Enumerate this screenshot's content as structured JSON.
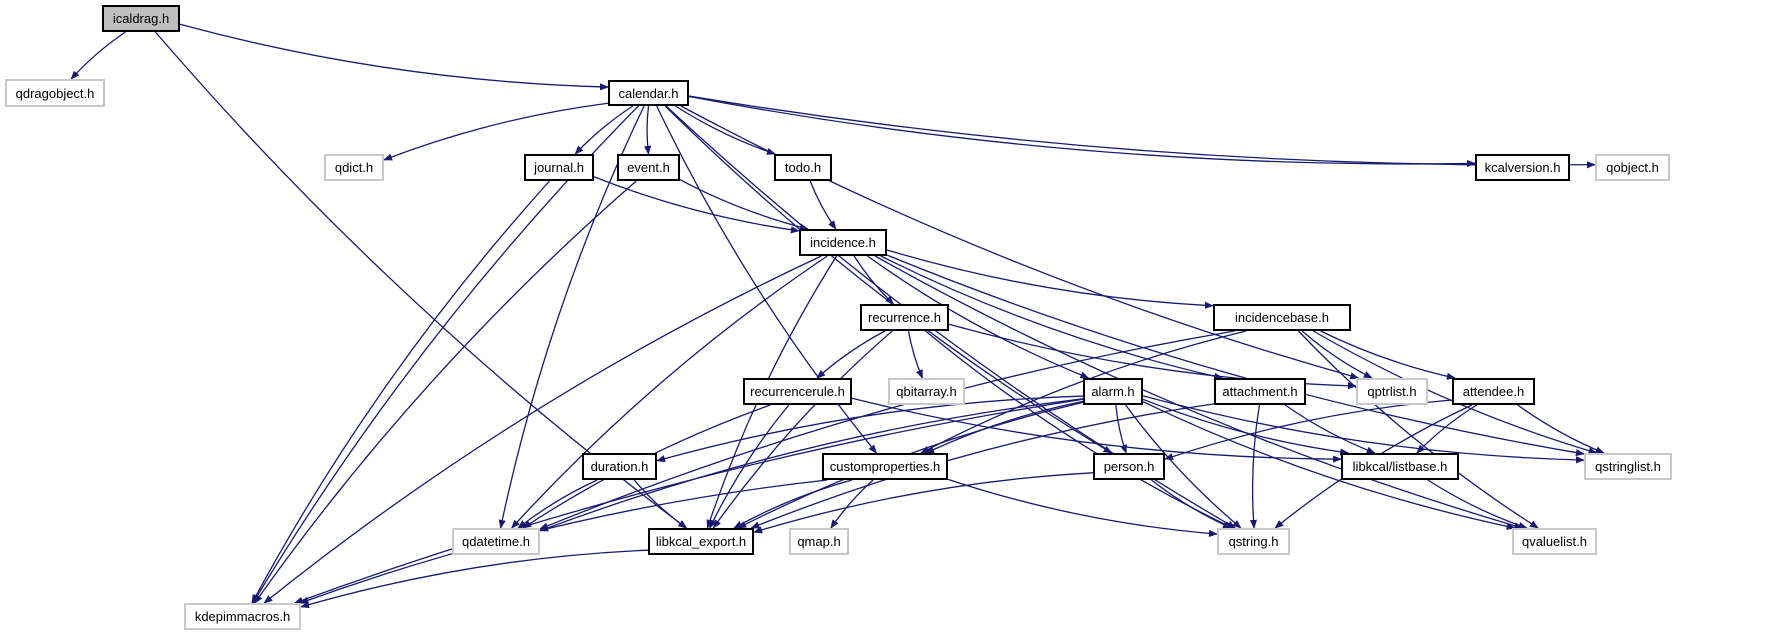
{
  "diagram": {
    "title": "icaldrag.h include dependency graph",
    "edge_color": "#191970",
    "root_fill": "#bfbfbf",
    "nodes": [
      {
        "id": "icaldrag",
        "label": "icaldrag.h",
        "kind": "root"
      },
      {
        "id": "qdragobject",
        "label": "qdragobject.h",
        "kind": "external"
      },
      {
        "id": "calendar",
        "label": "calendar.h",
        "kind": "internal"
      },
      {
        "id": "qdict",
        "label": "qdict.h",
        "kind": "external"
      },
      {
        "id": "journal",
        "label": "journal.h",
        "kind": "internal"
      },
      {
        "id": "event",
        "label": "event.h",
        "kind": "internal"
      },
      {
        "id": "todo",
        "label": "todo.h",
        "kind": "internal"
      },
      {
        "id": "kcalversion",
        "label": "kcalversion.h",
        "kind": "internal"
      },
      {
        "id": "qobject",
        "label": "qobject.h",
        "kind": "external"
      },
      {
        "id": "incidence",
        "label": "incidence.h",
        "kind": "internal"
      },
      {
        "id": "recurrence",
        "label": "recurrence.h",
        "kind": "internal"
      },
      {
        "id": "incidencebase",
        "label": "incidencebase.h",
        "kind": "internal"
      },
      {
        "id": "recurrencerule",
        "label": "recurrencerule.h",
        "kind": "internal"
      },
      {
        "id": "qbitarray",
        "label": "qbitarray.h",
        "kind": "external"
      },
      {
        "id": "alarm",
        "label": "alarm.h",
        "kind": "internal"
      },
      {
        "id": "attachment",
        "label": "attachment.h",
        "kind": "internal"
      },
      {
        "id": "qptrlist",
        "label": "qptrlist.h",
        "kind": "external"
      },
      {
        "id": "attendee",
        "label": "attendee.h",
        "kind": "internal"
      },
      {
        "id": "duration",
        "label": "duration.h",
        "kind": "internal"
      },
      {
        "id": "customproperties",
        "label": "customproperties.h",
        "kind": "internal"
      },
      {
        "id": "person",
        "label": "person.h",
        "kind": "internal"
      },
      {
        "id": "listbase",
        "label": "libkcal/listbase.h",
        "kind": "internal"
      },
      {
        "id": "qstringlist",
        "label": "qstringlist.h",
        "kind": "external"
      },
      {
        "id": "qdatetime",
        "label": "qdatetime.h",
        "kind": "external"
      },
      {
        "id": "libkcal_export",
        "label": "libkcal_export.h",
        "kind": "internal"
      },
      {
        "id": "qmap",
        "label": "qmap.h",
        "kind": "external"
      },
      {
        "id": "qstring",
        "label": "qstring.h",
        "kind": "external"
      },
      {
        "id": "qvaluelist",
        "label": "qvaluelist.h",
        "kind": "external"
      },
      {
        "id": "kdepimmacros",
        "label": "kdepimmacros.h",
        "kind": "external"
      }
    ],
    "edges": [
      [
        "icaldrag",
        "qdragobject"
      ],
      [
        "icaldrag",
        "calendar"
      ],
      [
        "icaldrag",
        "libkcal_export"
      ],
      [
        "calendar",
        "qdict"
      ],
      [
        "calendar",
        "journal"
      ],
      [
        "calendar",
        "event"
      ],
      [
        "calendar",
        "todo"
      ],
      [
        "calendar",
        "kcalversion"
      ],
      [
        "calendar",
        "qobject"
      ],
      [
        "calendar",
        "kdepimmacros"
      ],
      [
        "calendar",
        "qdatetime"
      ],
      [
        "calendar",
        "customproperties"
      ],
      [
        "calendar",
        "person"
      ],
      [
        "calendar",
        "qptrlist"
      ],
      [
        "calendar",
        "qstring"
      ],
      [
        "journal",
        "incidence"
      ],
      [
        "journal",
        "kdepimmacros"
      ],
      [
        "event",
        "incidence"
      ],
      [
        "event",
        "kdepimmacros"
      ],
      [
        "todo",
        "incidence"
      ],
      [
        "incidence",
        "recurrence"
      ],
      [
        "incidence",
        "incidencebase"
      ],
      [
        "incidence",
        "alarm"
      ],
      [
        "incidence",
        "attachment"
      ],
      [
        "incidence",
        "libkcal_export"
      ],
      [
        "incidence",
        "qdatetime"
      ],
      [
        "incidence",
        "kdepimmacros"
      ],
      [
        "incidence",
        "qstringlist"
      ],
      [
        "incidence",
        "qvaluelist"
      ],
      [
        "recurrence",
        "recurrencerule"
      ],
      [
        "recurrence",
        "qbitarray"
      ],
      [
        "recurrence",
        "libkcal_export"
      ],
      [
        "recurrence",
        "qptrlist"
      ],
      [
        "recurrence",
        "qstring"
      ],
      [
        "incidencebase",
        "qptrlist"
      ],
      [
        "incidencebase",
        "attendee"
      ],
      [
        "incidencebase",
        "customproperties"
      ],
      [
        "incidencebase",
        "qdatetime"
      ],
      [
        "incidencebase",
        "qstringlist"
      ],
      [
        "incidencebase",
        "qvaluelist"
      ],
      [
        "recurrencerule",
        "qdatetime"
      ],
      [
        "recurrencerule",
        "libkcal_export"
      ],
      [
        "recurrencerule",
        "listbase"
      ],
      [
        "alarm",
        "duration"
      ],
      [
        "alarm",
        "customproperties"
      ],
      [
        "alarm",
        "person"
      ],
      [
        "alarm",
        "listbase"
      ],
      [
        "alarm",
        "qstring"
      ],
      [
        "alarm",
        "qstringlist"
      ],
      [
        "alarm",
        "qvaluelist"
      ],
      [
        "alarm",
        "libkcal_export"
      ],
      [
        "alarm",
        "kdepimmacros"
      ],
      [
        "alarm",
        "qdatetime"
      ],
      [
        "attachment",
        "listbase"
      ],
      [
        "attachment",
        "qstring"
      ],
      [
        "attachment",
        "libkcal_export"
      ],
      [
        "attendee",
        "person"
      ],
      [
        "attendee",
        "listbase"
      ],
      [
        "attendee",
        "qstringlist"
      ],
      [
        "attendee",
        "qstring"
      ],
      [
        "duration",
        "qdatetime"
      ],
      [
        "duration",
        "libkcal_export"
      ],
      [
        "customproperties",
        "libkcal_export"
      ],
      [
        "customproperties",
        "qmap"
      ],
      [
        "customproperties",
        "qstring"
      ],
      [
        "customproperties",
        "kdepimmacros"
      ],
      [
        "person",
        "libkcal_export"
      ],
      [
        "person",
        "qstring"
      ],
      [
        "listbase",
        "qvaluelist"
      ],
      [
        "libkcal_export",
        "kdepimmacros"
      ]
    ]
  }
}
